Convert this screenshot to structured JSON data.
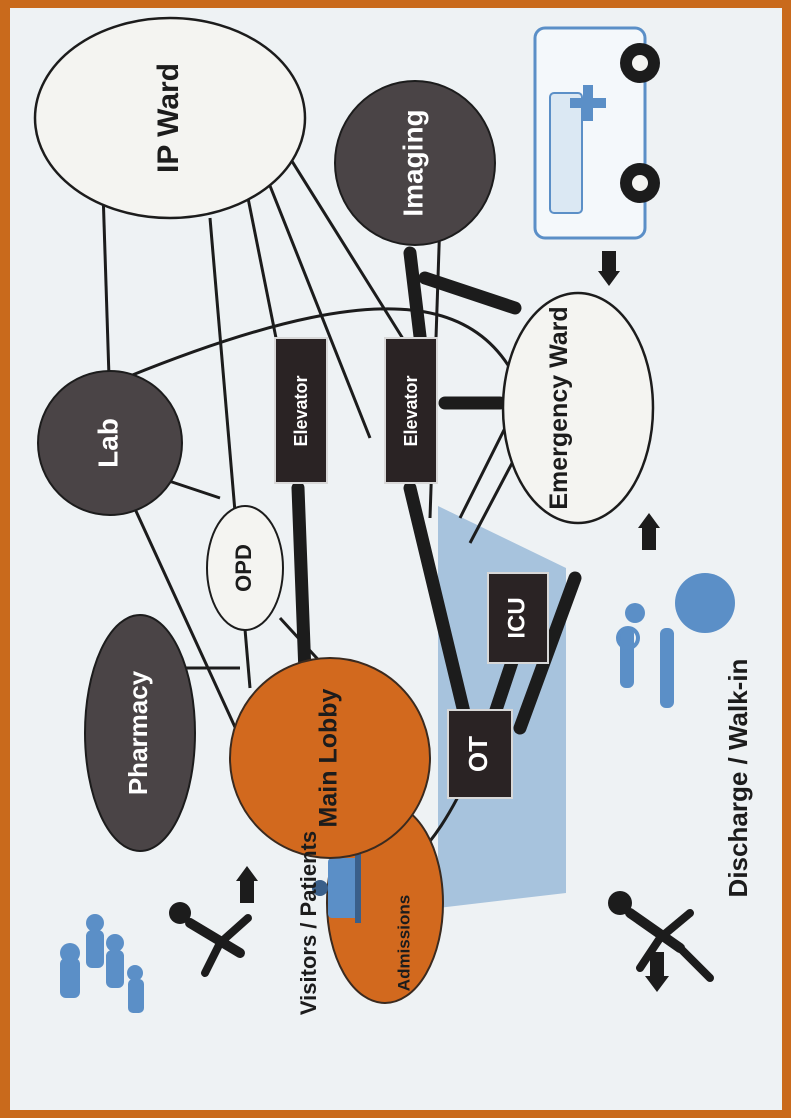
{
  "nodes": {
    "ip_ward": "IP Ward",
    "imaging": "Imaging",
    "lab": "Lab",
    "elevator_1": "Elevator",
    "elevator_2": "Elevator",
    "emergency_ward": "Emergency Ward",
    "opd": "OPD",
    "pharmacy": "Pharmacy",
    "main_lobby": "Main Lobby",
    "admissions": "Admissions",
    "icu": "ICU",
    "ot": "OT"
  },
  "labels": {
    "visitors_patients": "Visitors / Patients",
    "discharge_walk_in": "Discharge / Walk-in"
  },
  "colors": {
    "frame": "#c96a1c",
    "background": "#eef2f4",
    "dark_node": "#4a4446",
    "light_node": "#f4f4f1",
    "lobby": "#d2691e",
    "box": "#2a2324",
    "glass_panel": "#8fb3d6",
    "people_icon": "#5b8fc7",
    "line": "#1c1c1c"
  },
  "icons": [
    "ambulance-icon",
    "walking-person-icon",
    "wheelchair-icon",
    "people-group-icon",
    "receptionist-icon",
    "arrow-icon"
  ]
}
